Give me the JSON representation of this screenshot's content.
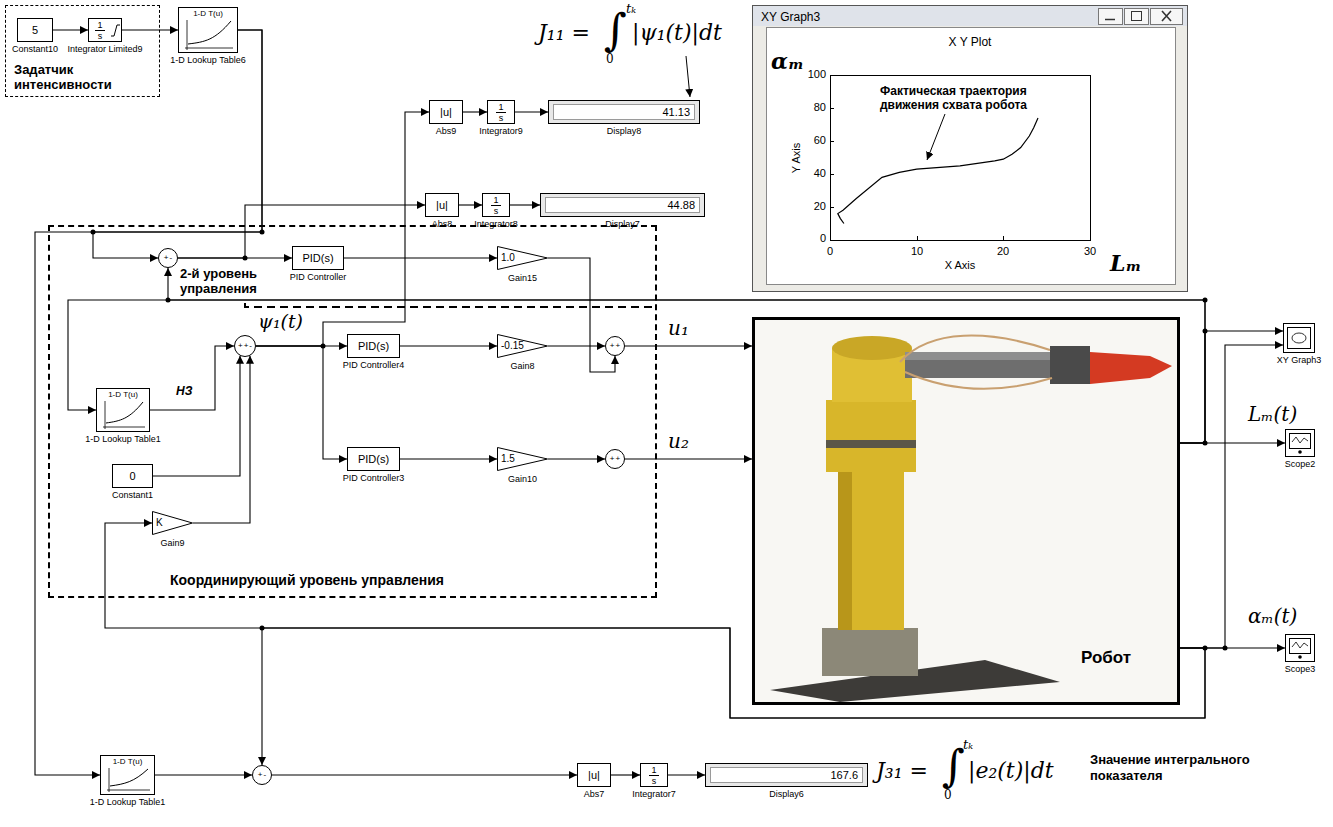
{
  "diagram": {
    "nodes": [
      {
        "text": [
          "Задатчик интенсивности"
        ]
      },
      {
        "text": [
          "5",
          "Constant10"
        ],
        "in": 0
      },
      {
        "text": [
          "1",
          "s",
          "Integrator Limited9"
        ],
        "in": 0
      },
      {
        "text": [
          "1-D T(u)",
          "1-D Lookup Table6"
        ]
      },
      {
        "text": [
          "|u|",
          "Abs9"
        ]
      },
      {
        "text": [
          "1",
          "s",
          "Integrator9"
        ]
      },
      {
        "text": [
          "41.13",
          "Display8"
        ]
      },
      {
        "text": [
          "|u|",
          "Abs8"
        ]
      },
      {
        "text": [
          "1",
          "s",
          "Integrator8"
        ]
      },
      {
        "text": [
          "44.88",
          "Display7"
        ]
      },
      {
        "text": [
          "XY Graph3",
          "X Y Plot"
        ]
      },
      {
        "text": [
          "2-й уровень управления",
          "Координирующий уровень управления"
        ]
      },
      {
        "text": [
          "+",
          "-"
        ],
        "in": 11
      },
      {
        "text": [
          "PID(s)",
          "PID Controller"
        ],
        "in": 11
      },
      {
        "text": [
          "1.0",
          "Gain15"
        ],
        "in": 11
      },
      {
        "text": [
          "+",
          "+"
        ],
        "in": 11
      },
      {
        "text": [
          "1-D T(u)",
          "1-D Lookup Table1"
        ],
        "in": 11
      },
      {
        "text": [
          "+",
          "+",
          "-"
        ],
        "in": 11
      },
      {
        "text": [
          "0",
          "Constant1"
        ],
        "in": 11
      },
      {
        "text": [
          "K",
          "Gain9"
        ],
        "in": 11
      },
      {
        "text": [
          "PID(s)",
          "PID Controller4"
        ],
        "in": 11
      },
      {
        "text": [
          "-0.15",
          "Gain8"
        ],
        "in": 11
      },
      {
        "text": [
          "PID(s)",
          "PID Controller3"
        ],
        "in": 11
      },
      {
        "text": [
          "1.5",
          "Gain10"
        ],
        "in": 11
      },
      {
        "text": [
          "+",
          "+"
        ],
        "in": 11
      },
      {
        "text": [
          "Робот"
        ]
      },
      {
        "text": [
          "XY Graph3"
        ]
      },
      {
        "text": [
          "Scope2"
        ]
      },
      {
        "text": [
          "Scope3"
        ]
      },
      {
        "text": [
          "1-D T(u)",
          "1-D Lookup Table1"
        ]
      },
      {
        "text": [
          "+",
          "-"
        ]
      },
      {
        "text": [
          "|u|",
          "Abs7"
        ]
      },
      {
        "text": [
          "1",
          "s",
          "Integrator7"
        ]
      },
      {
        "text": [
          "167.6",
          "Display6"
        ]
      }
    ],
    "edges": [
      {
        "from": 1,
        "to": 2,
        "arrow": "to"
      },
      {
        "from": 2,
        "to": 3,
        "arrow": "to"
      },
      {
        "from": 3,
        "to": 12,
        "arrow": "to"
      },
      {
        "from": 3,
        "to": 29,
        "arrow": "to"
      },
      {
        "from": 12,
        "to": 13,
        "arrow": "to"
      },
      {
        "from": 12,
        "to": 7,
        "arrow": "to"
      },
      {
        "from": 7,
        "to": 8,
        "arrow": "to"
      },
      {
        "from": 8,
        "to": 9,
        "arrow": "to"
      },
      {
        "from": 4,
        "to": 5,
        "arrow": "to"
      },
      {
        "from": 5,
        "to": 6,
        "arrow": "to"
      },
      {
        "from": 13,
        "to": 14,
        "arrow": "to"
      },
      {
        "from": 14,
        "to": 15,
        "arrow": "to"
      },
      {
        "from": 17,
        "to": 20,
        "arrow": "to"
      },
      {
        "from": 17,
        "to": 22,
        "arrow": "to"
      },
      {
        "from": 17,
        "to": 4,
        "arrow": "to"
      },
      {
        "from": 20,
        "to": 21,
        "arrow": "to"
      },
      {
        "from": 21,
        "to": 15,
        "arrow": "to"
      },
      {
        "from": 22,
        "to": 23,
        "arrow": "to"
      },
      {
        "from": 23,
        "to": 24,
        "arrow": "to"
      },
      {
        "from": 15,
        "to": 25,
        "arrow": "to"
      },
      {
        "from": 24,
        "to": 25,
        "arrow": "to"
      },
      {
        "from": 16,
        "to": 17,
        "arrow": "to"
      },
      {
        "from": 18,
        "to": 17,
        "arrow": "to"
      },
      {
        "from": 19,
        "to": 17,
        "arrow": "to"
      },
      {
        "from": 25,
        "to": 26,
        "arrow": "to"
      },
      {
        "from": 25,
        "to": 27,
        "arrow": "to"
      },
      {
        "from": 25,
        "to": 12,
        "arrow": "to"
      },
      {
        "from": 25,
        "to": 16,
        "arrow": "to"
      },
      {
        "from": 25,
        "to": 26,
        "arrow": "to"
      },
      {
        "from": 25,
        "to": 28,
        "arrow": "to"
      },
      {
        "from": 25,
        "to": 19,
        "arrow": "to"
      },
      {
        "from": 25,
        "to": 30,
        "arrow": "to"
      },
      {
        "from": 29,
        "to": 30,
        "arrow": "to"
      },
      {
        "from": 30,
        "to": 31,
        "arrow": "to"
      },
      {
        "from": 31,
        "to": 32,
        "arrow": "to"
      },
      {
        "from": 32,
        "to": 33,
        "arrow": "to"
      }
    ],
    "labels": [
      "J₁₁ =",
      "∫",
      "tₖ",
      "0",
      "|ψ₁(t)|dt",
      "αₘ",
      "Фактическая траектория движения схвата робота",
      "Y Axis",
      "100",
      "80",
      "60",
      "40",
      "20",
      "0",
      "0",
      "10",
      "20",
      "30",
      "X Axis",
      "Lₘ",
      "НЗ",
      "ψ₁(t)",
      "u₁",
      "u₂",
      "Lₘ(t)",
      "αₘ(t)",
      "J₃₁ =",
      "∫",
      "tₖ",
      "0",
      "|e₂(t)|dt",
      "Значение интегрального показателя"
    ]
  }
}
